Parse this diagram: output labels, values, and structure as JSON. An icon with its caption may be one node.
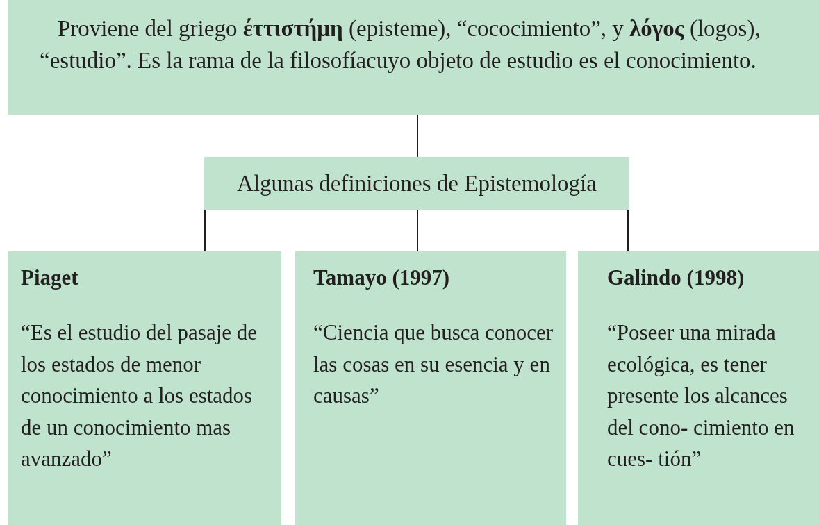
{
  "diagram": {
    "nodes": [
      {
        "text": [
          "Proviene del griego **έττιστήμη** (episteme), “cococimiento”, y **λόγος** (logos), “estudio”. Es la rama de la filosofíacuyo objeto de estudio es el conocimiento."
        ]
      },
      {
        "text": [
          "Algunas definiciones de Epistemología"
        ]
      },
      {
        "text": [
          "Piaget",
          "“Es el estudio del pasaje de los estados de menor conocimiento a los estados de un conocimiento mas avanzado”"
        ]
      },
      {
        "text": [
          "Tamayo (1997)",
          "“Ciencia que busca conocer las cosas en su esencia y en causas”"
        ]
      },
      {
        "text": [
          "Galindo (1998)",
          "“Poseer una mirada ecológica, es tener presente los alcances del cono- cimiento en cues- tión”"
        ]
      }
    ],
    "edges": [
      {
        "from": 0,
        "to": 1,
        "arrow": "none"
      },
      {
        "from": 1,
        "to": 2,
        "arrow": "none"
      },
      {
        "from": 1,
        "to": 3,
        "arrow": "none"
      },
      {
        "from": 1,
        "to": 4,
        "arrow": "none"
      }
    ]
  }
}
